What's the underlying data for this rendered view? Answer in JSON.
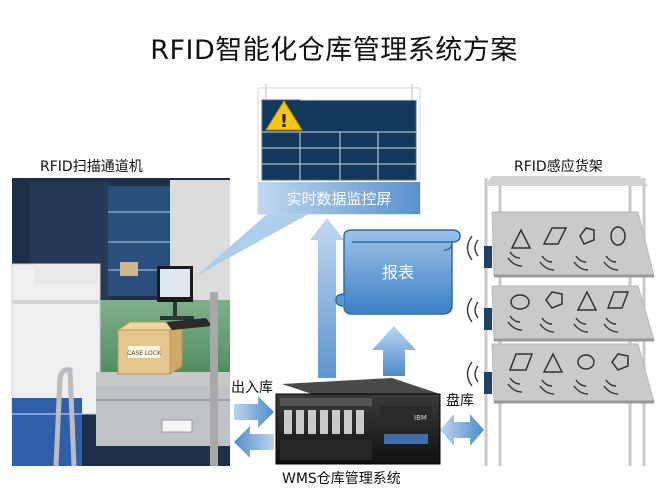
{
  "title": "RFID智能化仓库管理系统方案",
  "photo": {
    "label": "RFID扫描通道机",
    "box_text": "CASE LOCK"
  },
  "monitor": {
    "caption": "实时数据监控屏",
    "warning_glyph": "!"
  },
  "report": {
    "label": "报表"
  },
  "shelf": {
    "label": "RFID感应货架"
  },
  "server": {
    "label": "WMS仓库管理系统",
    "brand": "IBM"
  },
  "arrows": {
    "inout_label": "出入库",
    "inventory_label": "盘库"
  },
  "colors": {
    "blue_dark": "#2e6da4",
    "blue_light": "#a6c8ea",
    "navy": "#12385c",
    "shelf_gray": "#c8c8c8"
  },
  "icons": [
    "warning-icon",
    "rfid-wave-icon",
    "triangle-shape-icon",
    "parallelogram-shape-icon",
    "pentagon-shape-icon",
    "ellipse-shape-icon"
  ]
}
